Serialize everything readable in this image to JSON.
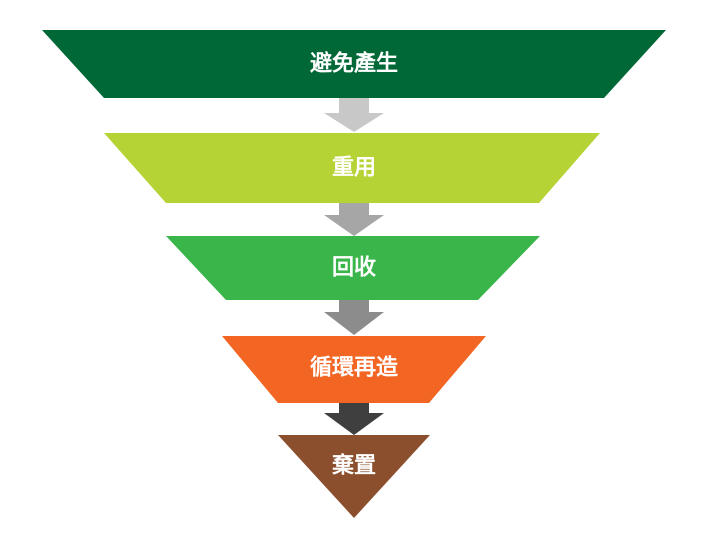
{
  "hierarchy": {
    "tiers": [
      {
        "label": "避免產生",
        "color": "#006837"
      },
      {
        "label": "重用",
        "color": "#b5d334"
      },
      {
        "label": "回收",
        "color": "#39b54a"
      },
      {
        "label": "循環再造",
        "color": "#f26522"
      },
      {
        "label": "棄置",
        "color": "#8b4f2e"
      }
    ],
    "arrows": [
      {
        "color": "#c8c8c8"
      },
      {
        "color": "#a6a6a6"
      },
      {
        "color": "#8c8c8c"
      },
      {
        "color": "#3f3f3f"
      }
    ]
  }
}
